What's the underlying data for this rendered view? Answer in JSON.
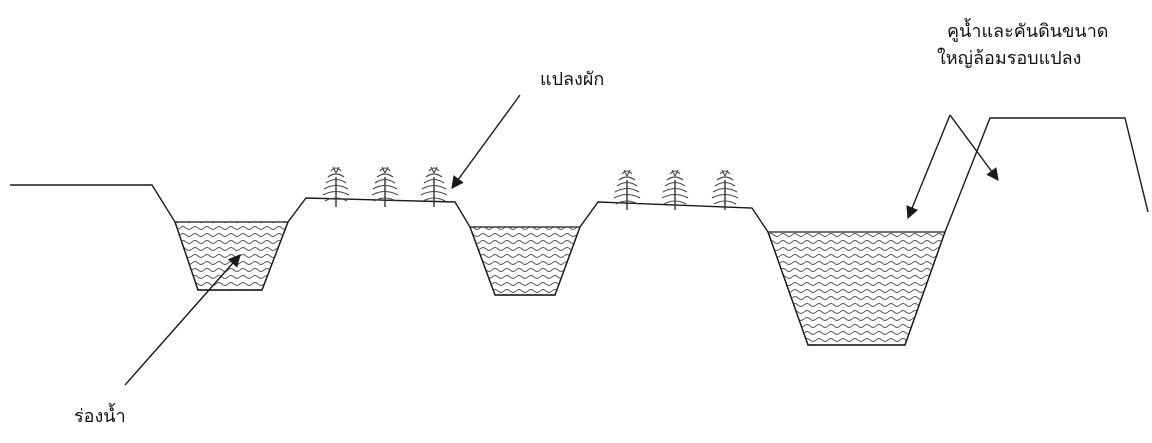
{
  "labels": {
    "vegetable_plot": "แปลงผัก",
    "moat_line_1": "คูน้ำและคันดินขนาด",
    "moat_line_2": "ใหญ่ล้อมรอบแปลง",
    "furrow": "ร่องน้ำ"
  },
  "colors": {
    "line": "#1a1a1a",
    "water_pattern": "#555555",
    "background": "#ffffff"
  },
  "icons": {
    "plants": "vegetable-plant-icon"
  }
}
